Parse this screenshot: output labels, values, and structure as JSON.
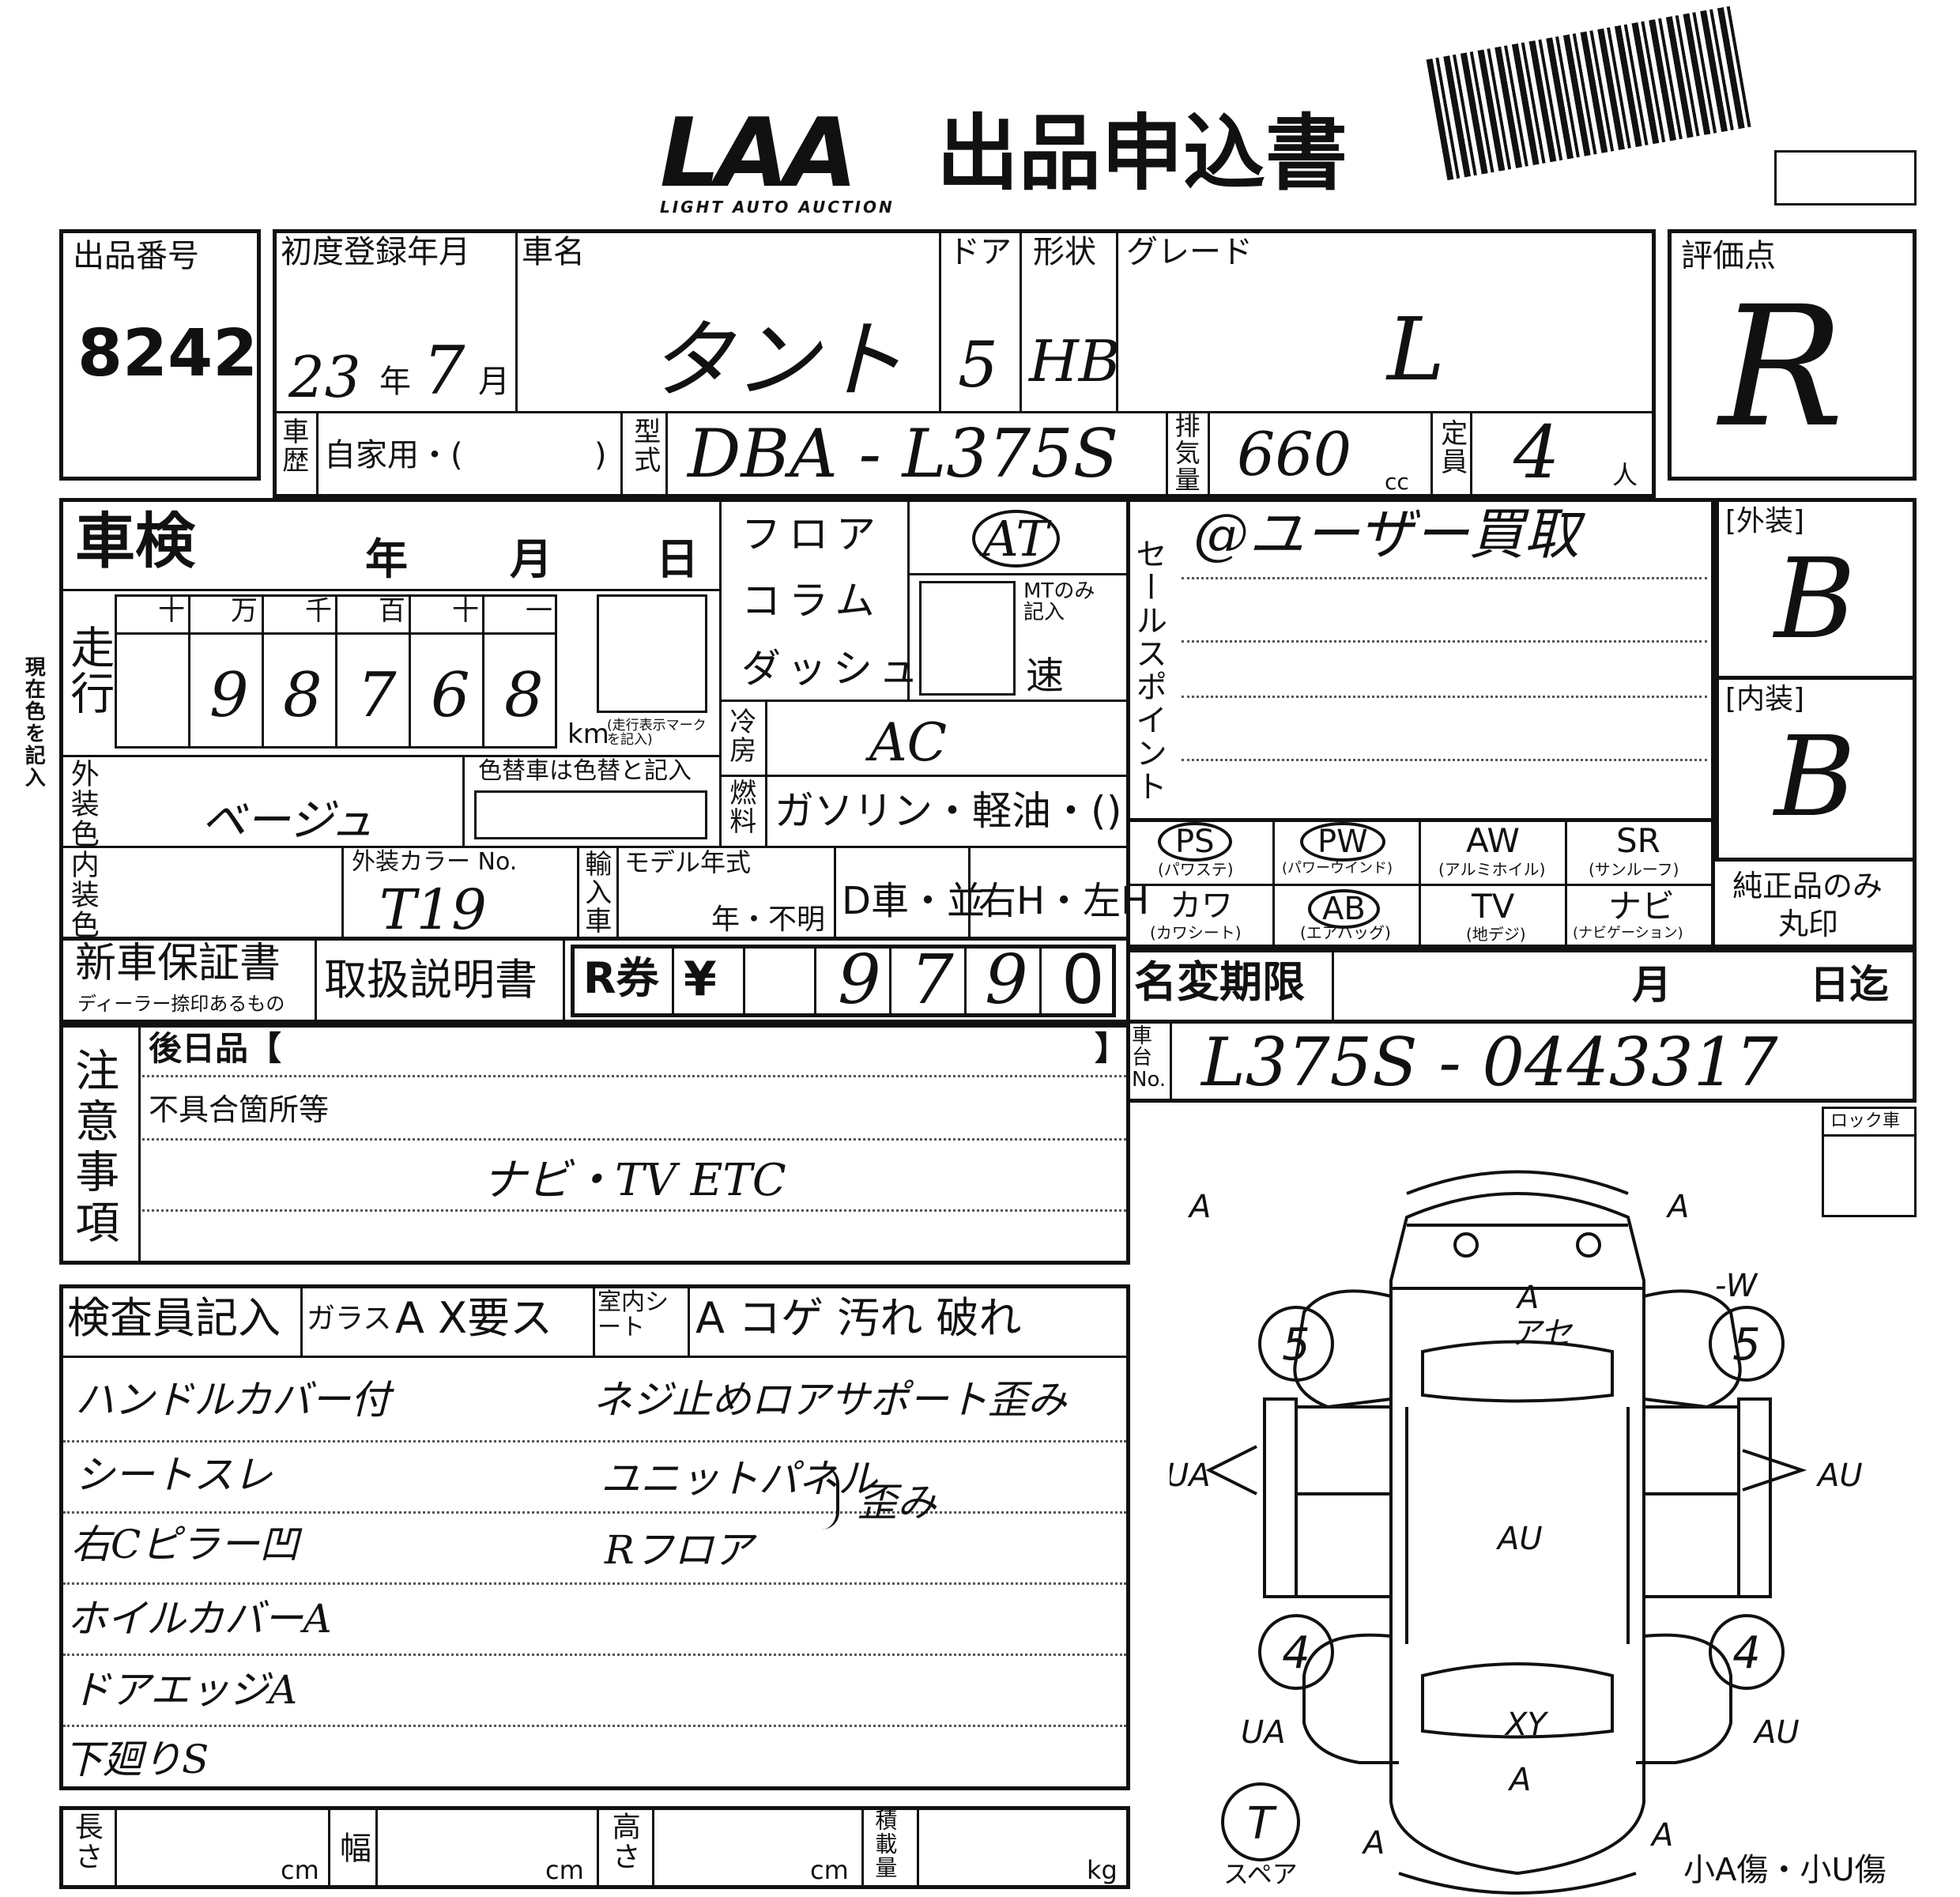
{
  "header": {
    "logo": "LAA",
    "logo_sub": "LIGHT AUTO AUCTION",
    "title": "出品申込書"
  },
  "listing": {
    "label": "出品番号",
    "value": "8242"
  },
  "first_reg": {
    "label": "初度登録年月",
    "year": "23",
    "year_unit": "年",
    "month": "7",
    "month_unit": "月"
  },
  "car_name": {
    "label": "車名",
    "value": "タント"
  },
  "door": {
    "label": "ドア",
    "value": "5"
  },
  "shape": {
    "label": "形状",
    "value": "HB"
  },
  "grade": {
    "label": "グレード",
    "value": "L"
  },
  "rating": {
    "label": "評価点",
    "value": "R"
  },
  "history": {
    "label": "車歴",
    "text": "自家用・(",
    "close": ")"
  },
  "model": {
    "label": "型式",
    "value": "DBA - L375S"
  },
  "displacement": {
    "label": "排気量",
    "value": "660",
    "unit": "cc"
  },
  "capacity": {
    "label": "定員",
    "value": "4",
    "unit": "人"
  },
  "inspection": {
    "label": "車検",
    "year": "年",
    "month": "月",
    "day": "日"
  },
  "mileage": {
    "label": "走行",
    "columns": [
      "十",
      "万",
      "千",
      "百",
      "十",
      "一"
    ],
    "digits": [
      "",
      "9",
      "8",
      "7",
      "6",
      "8"
    ],
    "unit": "km",
    "note": "(走行表示マーク を記入)"
  },
  "side_note": "現在色を記入",
  "shift": {
    "floor": "フロア",
    "column": "コラム",
    "dash": "ダッシュ",
    "at": "AT",
    "mt_note": "MTのみ 記入",
    "speed": "速"
  },
  "ac": {
    "label": "冷房",
    "value": "AC"
  },
  "fuel": {
    "label": "燃料",
    "text": "ガソリン・軽油・(",
    "close": ")"
  },
  "sales_point": {
    "label": "セールスポイント",
    "value": "@ユーザー買取"
  },
  "exterior": {
    "label": "[外装]",
    "value": "B"
  },
  "interior": {
    "label": "[内装]",
    "value": "B"
  },
  "ext_color": {
    "label": "外装色",
    "value": "ベージュ",
    "change_note": "色替車は色替と記入"
  },
  "int_color": {
    "label": "内装色"
  },
  "color_no": {
    "label": "外装カラー No.",
    "value": "T19"
  },
  "import": {
    "label": "輸入車",
    "model_year": "モデル年式",
    "year_unknown": "年・不明",
    "d_car": "D車・並",
    "handle": "右H・左H"
  },
  "equipment": [
    {
      "code": "PS",
      "name": "(パワステ)"
    },
    {
      "code": "PW",
      "name": "(パワーウインド)"
    },
    {
      "code": "AW",
      "name": "(アルミホイル)"
    },
    {
      "code": "SR",
      "name": "(サンルーフ)"
    },
    {
      "code": "カワ",
      "name": "(カワシート)"
    },
    {
      "code": "AB",
      "name": "(エアバッグ)"
    },
    {
      "code": "TV",
      "name": "(地デジ)"
    },
    {
      "code": "ナビ",
      "name": "(ナビゲーション)"
    }
  ],
  "genuine": {
    "line1": "純正品のみ",
    "line2": "丸印"
  },
  "warranty": {
    "label": "新車保証書",
    "sub": "ディーラー捺印あるもの"
  },
  "manual": {
    "label": "取扱説明書"
  },
  "recycle": {
    "label": "R券",
    "yen": "¥",
    "digits": [
      "",
      "",
      "9",
      "7",
      "9",
      "0"
    ]
  },
  "name_change": {
    "label": "名変期限",
    "month": "月",
    "day": "日迄"
  },
  "chassis": {
    "label": "車台No.",
    "value": "L375S - 0443317"
  },
  "notes": {
    "label": "注意事項",
    "later": "後日品【",
    "later_close": "】",
    "defects": "不具合箇所等",
    "text": "ナビ・TV ETC"
  },
  "lock": {
    "label": "ロック車"
  },
  "inspector": {
    "label": "検査員記入",
    "glass": "ガラス",
    "glass_options": "A X要ス",
    "seat": "室内シート",
    "seat_options": "A コゲ  汚れ 破れ",
    "left": [
      "ハンドルカバー付",
      "シートスレ",
      "右Cピラー凹",
      "ホイルカバーA",
      "ドアエッジA",
      "下廻りS"
    ],
    "right": [
      "ネジ止めロアサポート歪み",
      "ユニットパネル",
      "Rフロア"
    ],
    "right_note": "歪み"
  },
  "dimensions": {
    "length": "長さ",
    "width": "幅",
    "height": "高さ",
    "load": "積載量",
    "cm": "cm",
    "kg": "kg"
  },
  "diagram": {
    "marks": [
      "A",
      "A",
      "-W",
      "A",
      "アセ",
      "AU",
      "AU",
      "UA",
      "UA",
      "XY",
      "A",
      "AU",
      "A",
      "A"
    ],
    "tires": [
      "5",
      "5",
      "4",
      "4"
    ],
    "spare": "T",
    "spare_label": "スペア",
    "footer": "小A傷・小U傷"
  }
}
